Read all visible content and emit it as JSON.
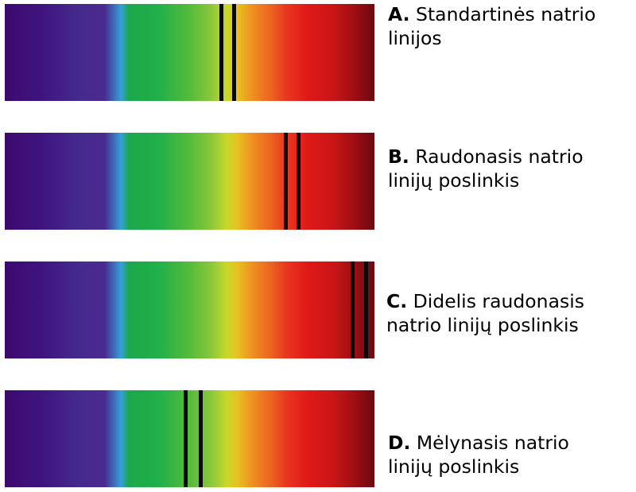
{
  "panels": [
    {
      "letter": "A.",
      "line1": " Standartinės natrio",
      "line2": " linijos",
      "lines_position_fraction": [
        0.585,
        0.62
      ]
    },
    {
      "letter": "B.",
      "line1": " Raudonasis natrio",
      "line2": " linijų poslinkis",
      "lines_position_fraction": [
        0.76,
        0.795
      ]
    },
    {
      "letter": "C.",
      "line1": " Didelis raudonasis",
      "line2": "natrio linijų poslinkis",
      "lines_position_fraction": [
        0.94,
        0.978
      ]
    },
    {
      "letter": "D.",
      "line1": " Mėlynasis natrio",
      "line2": " linijų poslinkis",
      "lines_position_fraction": [
        0.49,
        0.53
      ]
    }
  ],
  "colors": {
    "absorption_line": "#0a0a0a",
    "background": "#ffffff"
  }
}
